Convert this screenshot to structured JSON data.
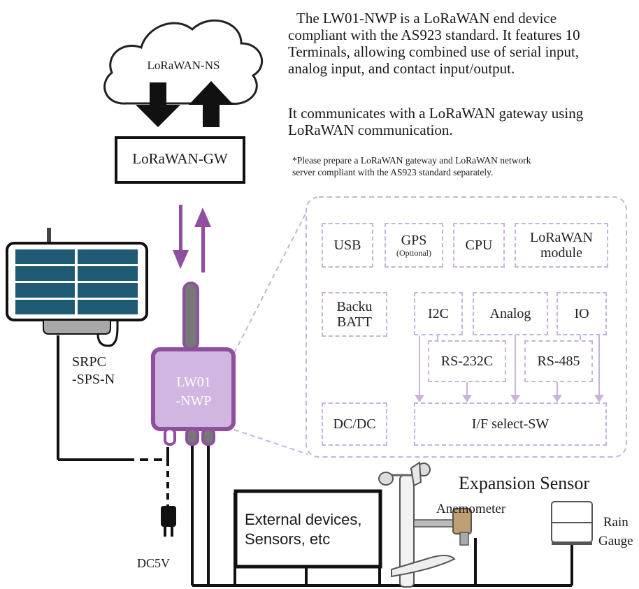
{
  "description": {
    "para1": "The LW01-NWP is a LoRaWAN end device compliant with the AS923 standard. It features 10 Terminals, allowing combined use of serial input, analog input, and contact input/output.",
    "para1_lines": [
      "The LW01-NWP is a LoRaWAN end device",
      "compliant with the AS923 standard. It features 10",
      "Terminals, allowing combined use of serial input,",
      "analog input, and contact input/output."
    ],
    "para2_lines": [
      "It communicates with a LoRaWAN gateway using",
      "LoRaWAN communication."
    ],
    "note_lines": [
      "*Please prepare a LoRaWAN gateway and LoRaWAN network",
      "server compliant with the AS923 standard separately."
    ]
  },
  "cloud": {
    "label": "LoRaWAN-NS"
  },
  "gateway": {
    "label": "LoRaWAN-GW"
  },
  "solar": {
    "label_lines": [
      "SRPC",
      "-SPS-N"
    ]
  },
  "device": {
    "label_lines": [
      "LW01",
      "-NWP"
    ]
  },
  "power": {
    "label": "DC5V"
  },
  "internal_blocks": {
    "usb": "USB",
    "gps": "GPS",
    "gps_note": "(Optional)",
    "cpu": "CPU",
    "lora_lines": [
      "LoRaWAN",
      "module"
    ],
    "backup_lines": [
      "Backu",
      "BATT"
    ],
    "i2c": "I2C",
    "analog": "Analog",
    "io": "IO",
    "rs232": "RS-232C",
    "rs485": "RS-485",
    "dcdc": "DC/DC",
    "ifsw": "I/F select-SW"
  },
  "external": {
    "label_lines": [
      "External devices,",
      "Sensors, etc"
    ]
  },
  "expansion": {
    "title": "Expansion Sensor",
    "anemometer": "Anemometer",
    "rain_lines": [
      "Rain",
      "Gauge"
    ]
  },
  "colors": {
    "purple": "#8e4f9e",
    "purple_light": "#d1b6e2",
    "dashed": "#c9b3da",
    "solar_cell": "#1e5a74",
    "black": "#111111"
  }
}
